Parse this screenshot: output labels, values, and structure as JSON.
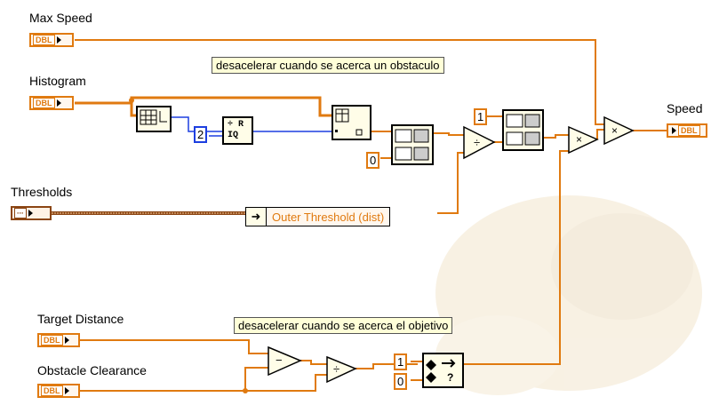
{
  "inputs": {
    "max_speed": {
      "label": "Max Speed",
      "type": "DBL"
    },
    "histogram": {
      "label": "Histogram",
      "type": "DBL"
    },
    "thresholds": {
      "label": "Thresholds",
      "type": "∙∙∙"
    },
    "target_distance": {
      "label": "Target Distance",
      "type": "DBL"
    },
    "obstacle_clearance": {
      "label": "Obstacle Clearance",
      "type": "DBL"
    }
  },
  "outputs": {
    "speed": {
      "label": "Speed",
      "type": "DBL"
    }
  },
  "comments": {
    "obstacle": "desacelerar cuando se acerca un obstaculo",
    "target": "desacelerar cuando se acerca el objetivo"
  },
  "constants": {
    "divisor": "2",
    "zero_a": "0",
    "one_a": "1",
    "one_b": "1",
    "zero_b": "0"
  },
  "unbundle_field": "Outer Threshold (dist)",
  "nodes": {
    "quotient_remainder": "÷ R\nIQ",
    "divide": "÷",
    "multiply": "×",
    "subtract": "−"
  },
  "colors": {
    "dbl_wire": "#e07a10",
    "int_wire": "#1d3fe0",
    "cluster_wire": "#8b4513"
  }
}
